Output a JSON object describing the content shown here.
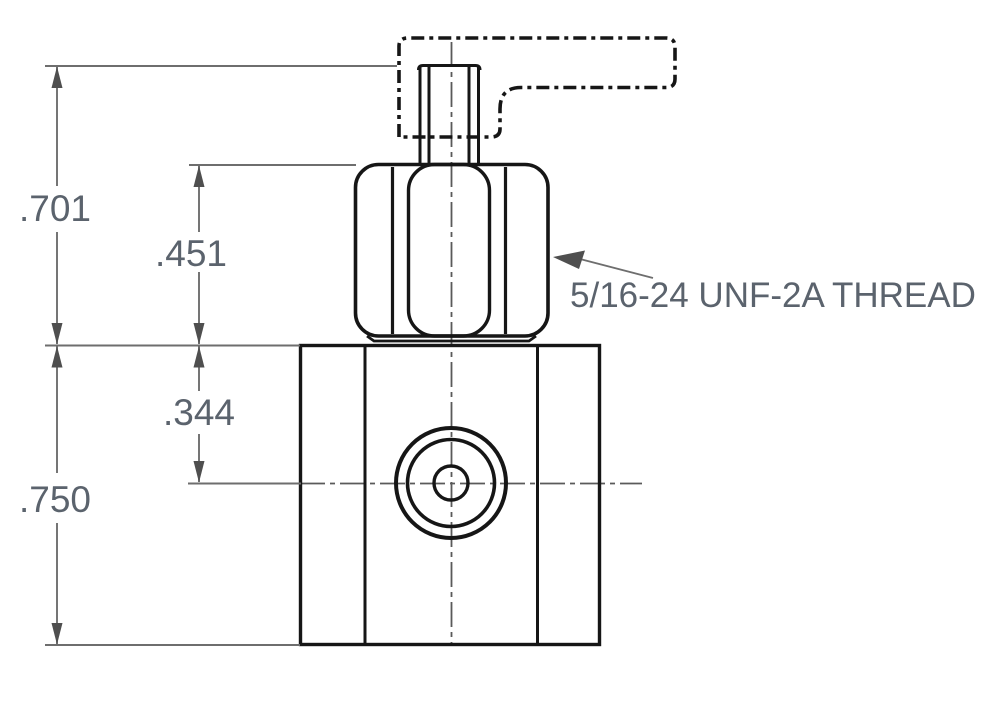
{
  "drawing": {
    "type": "engineering-dimension-drawing",
    "view": "front-view-valve-with-adjustment-nut-and-phantom-handle",
    "thread_callout": "5/16-24 UNF-2A THREAD",
    "dimensions": {
      "stem_top_to_body_top": ".701",
      "nut_top_to_body_top": ".451",
      "body_top_to_port_center": ".344",
      "body_height": ".750"
    },
    "colors": {
      "outline": "#161616",
      "dimension_line": "#6e6e6e",
      "arrow": "#4f4f4f",
      "centerline": "#5a5a5a",
      "text": "#5b636d",
      "background": "#ffffff"
    }
  }
}
